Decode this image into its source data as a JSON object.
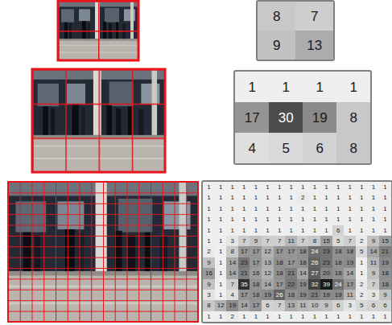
{
  "diagram": {
    "labels": [
      "8",
      "7",
      "9",
      "13",
      "1",
      "1",
      "1",
      "1",
      "17",
      "30",
      "19",
      "8",
      "4",
      "5",
      "6",
      "8",
      "1",
      "1",
      "1",
      "1",
      "1",
      "1",
      "1",
      "1",
      "1",
      "1",
      "1",
      "1",
      "1",
      "1",
      "1",
      "1",
      "1",
      "1",
      "1",
      "1",
      "1",
      "1",
      "1",
      "1",
      "2",
      "1",
      "1",
      "1",
      "1",
      "1",
      "1",
      "1",
      "1",
      "1",
      "1",
      "1",
      "1",
      "1",
      "1",
      "1",
      "1",
      "1",
      "1",
      "1",
      "1",
      "1",
      "1",
      "1",
      "1",
      "1",
      "1",
      "1",
      "1",
      "1",
      "1",
      "1",
      "1",
      "1",
      "1",
      "1",
      "1",
      "1",
      "1",
      "1",
      "1",
      "1",
      "1",
      "1",
      "1",
      "1",
      "1",
      "1",
      "1",
      "1",
      "1",
      "6",
      "1",
      "1",
      "1",
      "1",
      "1",
      "1",
      "3",
      "7",
      "9",
      "7",
      "7",
      "11",
      "7",
      "8",
      "15",
      "5",
      "7",
      "2",
      "9",
      "15",
      "2",
      "1",
      "8",
      "17",
      "17",
      "12",
      "17",
      "17",
      "18",
      "24",
      "23",
      "18",
      "18",
      "5",
      "14",
      "21",
      "9",
      "1",
      "14",
      "23",
      "17",
      "13",
      "18",
      "17",
      "18",
      "26",
      "23",
      "18",
      "19",
      "1",
      "11",
      "19",
      "16",
      "1",
      "14",
      "21",
      "16",
      "12",
      "18",
      "21",
      "14",
      "27",
      "20",
      "18",
      "14",
      "1",
      "9",
      "18",
      "9",
      "1",
      "7",
      "35",
      "18",
      "14",
      "17",
      "22",
      "19",
      "32",
      "39",
      "24",
      "17",
      "2",
      "7",
      "18",
      "3",
      "1",
      "4",
      "17",
      "18",
      "19",
      "26",
      "18",
      "19",
      "21",
      "19",
      "19",
      "11",
      "2",
      "3",
      "9",
      "8",
      "12",
      "19",
      "14",
      "17",
      "6",
      "7",
      "13",
      "11",
      "10",
      "9",
      "6",
      "3",
      "5",
      "6",
      "6",
      "1",
      "1",
      "2",
      "1",
      "1",
      "1",
      "1",
      "1",
      "1",
      "1",
      "1",
      "1",
      "1",
      "1",
      "1",
      "1"
    ]
  }
}
